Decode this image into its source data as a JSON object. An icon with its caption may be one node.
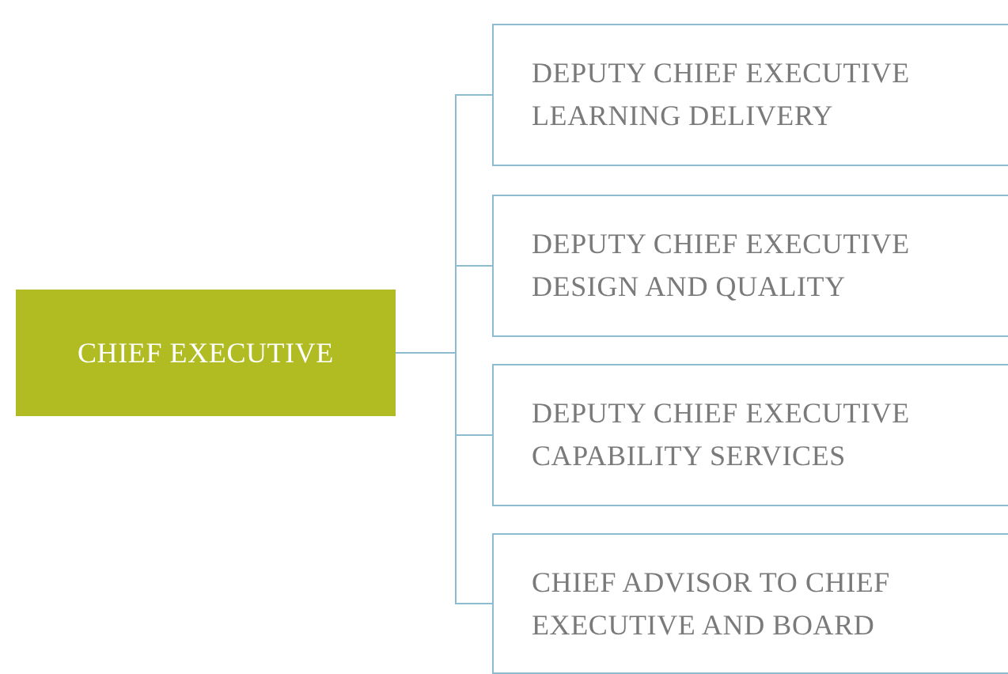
{
  "diagram": {
    "nodes": [
      {
        "text": [
          "CHIEF EXECUTIVE"
        ]
      },
      {
        "text": [
          "DEPUTY CHIEF EXECUTIVE LEARNING DELIVERY"
        ]
      },
      {
        "text": [
          "DEPUTY CHIEF EXECUTIVE DESIGN AND QUALITY"
        ]
      },
      {
        "text": [
          "DEPUTY CHIEF EXECUTIVE CAPABILITY SERVICES"
        ]
      },
      {
        "text": [
          "CHIEF ADVISOR TO CHIEF EXECUTIVE AND BOARD"
        ]
      }
    ],
    "edges": [
      {
        "from": 0,
        "to": 1,
        "arrow": "none"
      },
      {
        "from": 0,
        "to": 2,
        "arrow": "none"
      },
      {
        "from": 0,
        "to": 3,
        "arrow": "none"
      },
      {
        "from": 0,
        "to": 4,
        "arrow": "none"
      }
    ]
  }
}
